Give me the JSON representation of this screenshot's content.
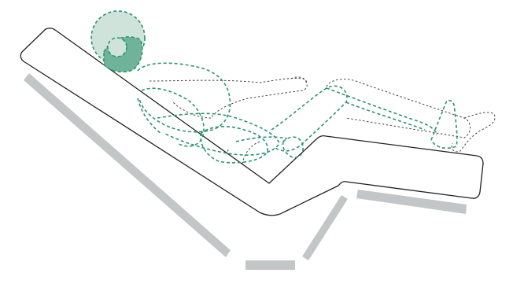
{
  "colors": {
    "accent": "#2a9470",
    "accent_fill": "#6fb49a",
    "accent_fill_light": "#cfe3db",
    "frame": "#c3c6c6",
    "outline": "#222222",
    "ghost_outline": "#444444",
    "background": "#ffffff"
  },
  "parts": [
    "adjustable-bed-mattress",
    "bed-base-frame",
    "reclined-person-current-position",
    "person-previous-position"
  ]
}
